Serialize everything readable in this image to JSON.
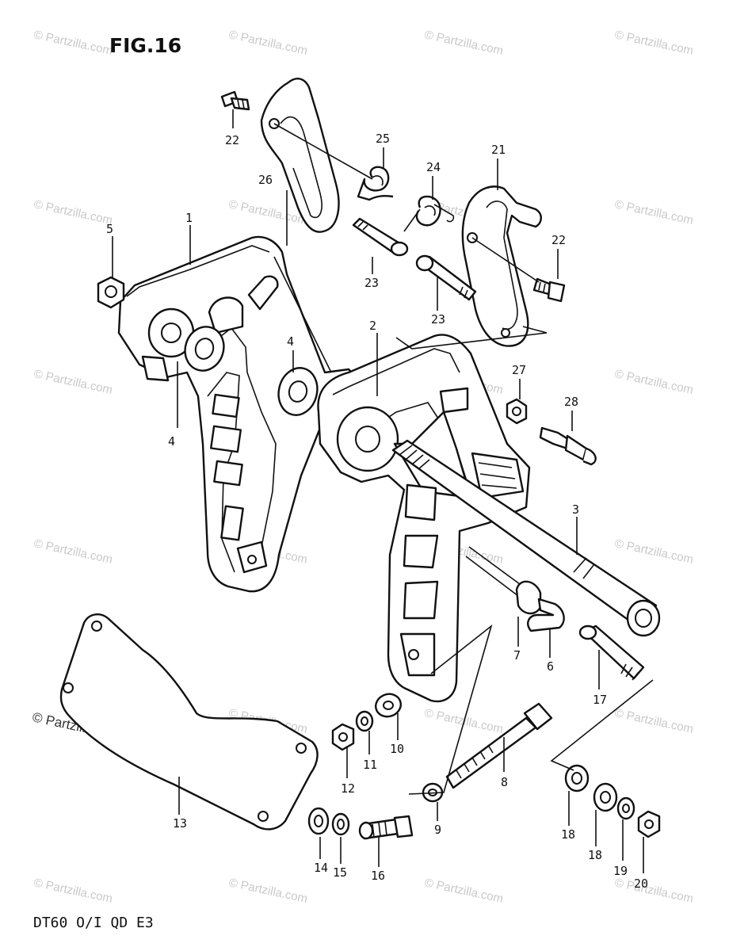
{
  "figure": {
    "title": "FIG.16",
    "model_code": "DT60 O/I QD E3"
  },
  "watermark": {
    "text": "© Partzilla.com",
    "prominent_text": "© Partzilla.com"
  },
  "callouts": [
    {
      "id": "c1",
      "label": "1"
    },
    {
      "id": "c2",
      "label": "2"
    },
    {
      "id": "c3",
      "label": "3"
    },
    {
      "id": "c4a",
      "label": "4"
    },
    {
      "id": "c4b",
      "label": "4"
    },
    {
      "id": "c5",
      "label": "5"
    },
    {
      "id": "c6",
      "label": "6"
    },
    {
      "id": "c7",
      "label": "7"
    },
    {
      "id": "c8",
      "label": "8"
    },
    {
      "id": "c9",
      "label": "9"
    },
    {
      "id": "c10",
      "label": "10"
    },
    {
      "id": "c11",
      "label": "11"
    },
    {
      "id": "c12",
      "label": "12"
    },
    {
      "id": "c13",
      "label": "13"
    },
    {
      "id": "c14",
      "label": "14"
    },
    {
      "id": "c15",
      "label": "15"
    },
    {
      "id": "c16",
      "label": "16"
    },
    {
      "id": "c17",
      "label": "17"
    },
    {
      "id": "c18a",
      "label": "18"
    },
    {
      "id": "c18b",
      "label": "18"
    },
    {
      "id": "c19",
      "label": "19"
    },
    {
      "id": "c20",
      "label": "20"
    },
    {
      "id": "c21",
      "label": "21"
    },
    {
      "id": "c22a",
      "label": "22"
    },
    {
      "id": "c22b",
      "label": "22"
    },
    {
      "id": "c23a",
      "label": "23"
    },
    {
      "id": "c23b",
      "label": "23"
    },
    {
      "id": "c24",
      "label": "24"
    },
    {
      "id": "c25",
      "label": "25"
    },
    {
      "id": "c26",
      "label": "26"
    },
    {
      "id": "c27",
      "label": "27"
    },
    {
      "id": "c28",
      "label": "28"
    }
  ]
}
